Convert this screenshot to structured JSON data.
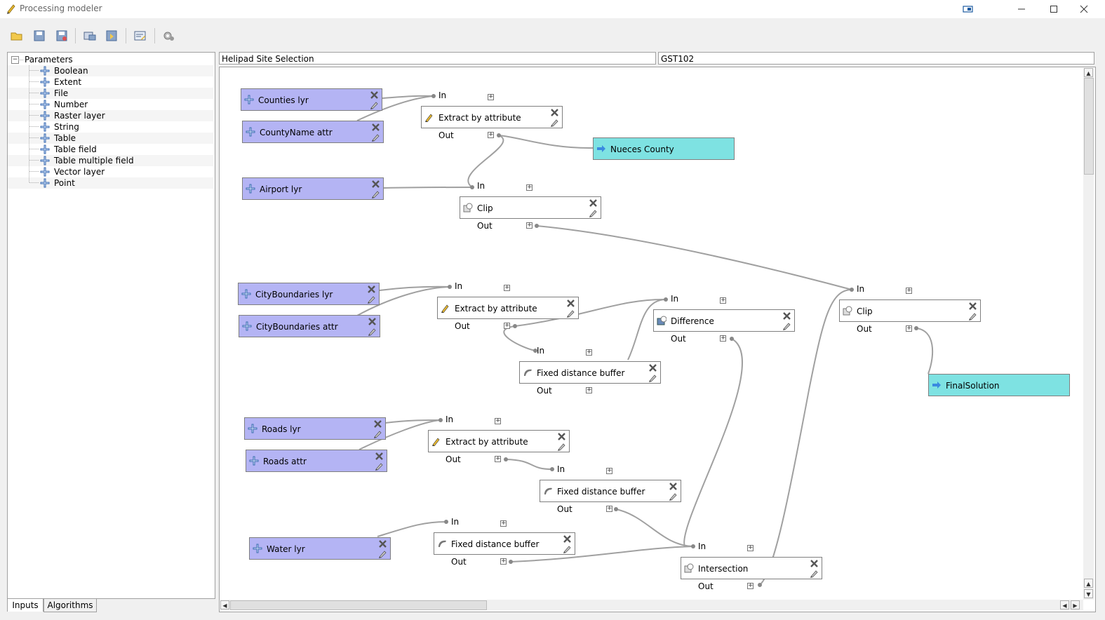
{
  "window": {
    "title": "Processing modeler"
  },
  "toolbar": {
    "icons": [
      "open-icon",
      "save-icon",
      "save-as-icon",
      "export-image-icon",
      "save-to-file-icon",
      "edit-help-icon",
      "run-icon"
    ]
  },
  "model": {
    "name": "Helipad Site Selection",
    "group": "GST102"
  },
  "tree": {
    "root": "Parameters",
    "items": [
      "Boolean",
      "Extent",
      "File",
      "Number",
      "Raster layer",
      "String",
      "Table",
      "Table field",
      "Table multiple field",
      "Vector layer",
      "Point"
    ]
  },
  "tabs": [
    "Inputs",
    "Algorithms"
  ],
  "port_labels": {
    "in": "In",
    "out": "Out"
  },
  "nodes": {
    "counties_lyr": "Counties lyr",
    "countyname_attr": "CountyName attr",
    "extract1": "Extract by attribute",
    "nueces_county": "Nueces County",
    "airport_lyr": "Airport lyr",
    "clip1": "Clip",
    "cityboundaries_lyr": "CityBoundaries lyr",
    "cityboundaries_attr": "CityBoundaries attr",
    "extract2": "Extract by attribute",
    "difference": "Difference",
    "buffer1": "Fixed distance buffer",
    "clip2": "Clip",
    "finalsolution": "FinalSolution",
    "roads_lyr": "Roads lyr",
    "roads_attr": "Roads attr",
    "extract3": "Extract by attribute",
    "buffer2": "Fixed distance buffer",
    "water_lyr": "Water lyr",
    "buffer3": "Fixed distance buffer",
    "intersection": "Intersection"
  },
  "colors": {
    "input": "#b4b4f4",
    "output": "#7ee2e2",
    "link": "#a0a0a0"
  }
}
